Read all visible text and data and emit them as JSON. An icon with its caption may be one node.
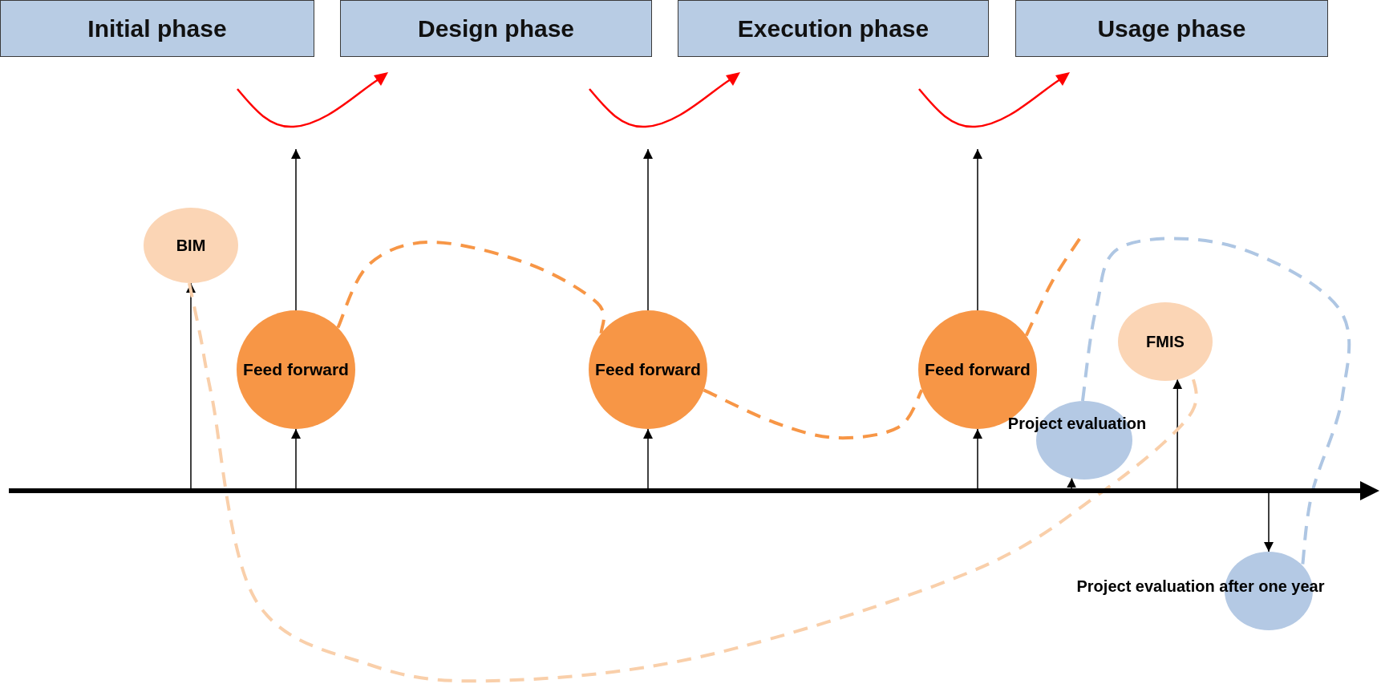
{
  "diagram": {
    "nodes": [
      {
        "text": [
          "Initial phase"
        ]
      },
      {
        "text": [
          "Design phase"
        ]
      },
      {
        "text": [
          "Execution phase"
        ]
      },
      {
        "text": [
          "Usage phase"
        ]
      },
      {
        "text": [
          "BIM"
        ]
      },
      {
        "text": [
          "Feed forward"
        ]
      },
      {
        "text": [
          "Feed forward"
        ]
      },
      {
        "text": [
          "Feed forward"
        ]
      },
      {
        "text": [
          "Project evaluation"
        ]
      },
      {
        "text": [
          "FMIS"
        ]
      },
      {
        "text": [
          "Project evaluation after one year"
        ]
      }
    ],
    "edges": [
      {
        "from": null,
        "to": 4,
        "arrow": "to"
      },
      {
        "from": null,
        "to": 5,
        "arrow": "to"
      },
      {
        "from": 5,
        "to": null,
        "arrow": "to"
      },
      {
        "from": null,
        "to": 6,
        "arrow": "to"
      },
      {
        "from": 6,
        "to": null,
        "arrow": "to"
      },
      {
        "from": null,
        "to": 7,
        "arrow": "to"
      },
      {
        "from": 7,
        "to": null,
        "arrow": "to"
      },
      {
        "from": null,
        "to": 8,
        "arrow": "to"
      },
      {
        "from": null,
        "to": 9,
        "arrow": "to"
      },
      {
        "from": null,
        "to": 10,
        "arrow": "to"
      },
      {
        "from": 5,
        "to": 6,
        "arrow": "none",
        "style": "dashed",
        "color": "#f79646"
      },
      {
        "from": 6,
        "to": 7,
        "arrow": "none",
        "style": "dashed",
        "color": "#f79646"
      },
      {
        "from": 7,
        "to": null,
        "arrow": "none",
        "style": "dashed",
        "color": "#f79646"
      },
      {
        "from": 4,
        "to": 9,
        "arrow": "none",
        "style": "dashed",
        "color": "#f9cfaa"
      },
      {
        "from": 8,
        "to": 10,
        "arrow": "none",
        "style": "dashed",
        "color": "#aec6e3"
      }
    ]
  }
}
